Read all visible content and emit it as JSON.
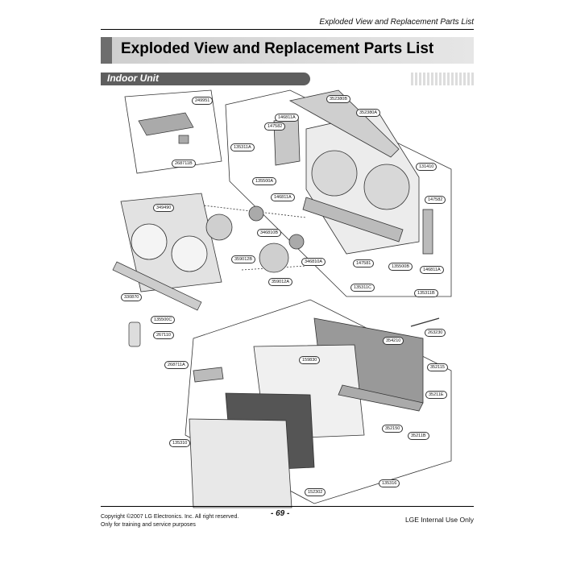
{
  "header": {
    "running_title": "Exploded View and Replacement Parts List"
  },
  "title": "Exploded View and Replacement Parts List",
  "section": "Indoor Unit",
  "parts": [
    {
      "id": "p1",
      "code": "249951"
    },
    {
      "id": "p2",
      "code": "268711B"
    },
    {
      "id": "p3",
      "code": "146811A"
    },
    {
      "id": "p4",
      "code": "147582"
    },
    {
      "id": "p5",
      "code": "135311A"
    },
    {
      "id": "p6",
      "code": "352380B"
    },
    {
      "id": "p7",
      "code": "352380A"
    },
    {
      "id": "p8",
      "code": "135500A"
    },
    {
      "id": "p9",
      "code": "146811A"
    },
    {
      "id": "p10",
      "code": "131410"
    },
    {
      "id": "p11",
      "code": "147582"
    },
    {
      "id": "p12",
      "code": "349490"
    },
    {
      "id": "p13",
      "code": "346810B"
    },
    {
      "id": "p14",
      "code": "359012B"
    },
    {
      "id": "p15",
      "code": "346810A"
    },
    {
      "id": "p16",
      "code": "359012A"
    },
    {
      "id": "p17",
      "code": "147581"
    },
    {
      "id": "p18",
      "code": "135500B"
    },
    {
      "id": "p19",
      "code": "146811A"
    },
    {
      "id": "p20",
      "code": "135311C"
    },
    {
      "id": "p21",
      "code": "135311B"
    },
    {
      "id": "p22",
      "code": "330870"
    },
    {
      "id": "p23",
      "code": "135500C"
    },
    {
      "id": "p24",
      "code": "267110"
    },
    {
      "id": "p25",
      "code": "263230"
    },
    {
      "id": "p26",
      "code": "354210"
    },
    {
      "id": "p27",
      "code": "159830"
    },
    {
      "id": "p28",
      "code": "268711A"
    },
    {
      "id": "p29",
      "code": "352115"
    },
    {
      "id": "p30",
      "code": "35211E"
    },
    {
      "id": "p31",
      "code": "352150"
    },
    {
      "id": "p32",
      "code": "35211B"
    },
    {
      "id": "p33",
      "code": "135310"
    },
    {
      "id": "p34",
      "code": "152302"
    },
    {
      "id": "p35",
      "code": "135316"
    }
  ],
  "footer": {
    "copyright": "Copyright ©2007 LG Electronics. Inc. All right reserved.",
    "note": "Only for training and service purposes",
    "page": "- 69 -",
    "internal": "LGE Internal Use Only"
  }
}
